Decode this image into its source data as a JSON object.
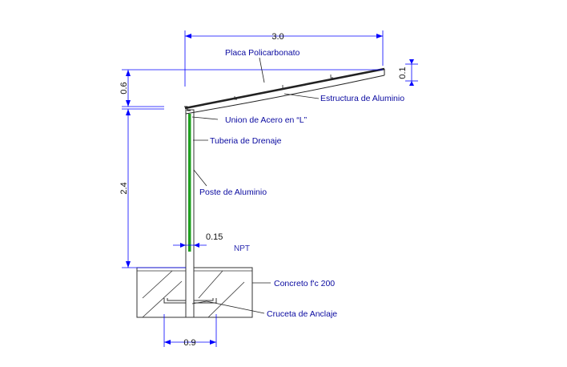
{
  "dimensions": {
    "span_width": "3.0",
    "roof_rise": "0.6",
    "beam_depth": "0.1",
    "post_height": "2.4",
    "post_width": "0.15",
    "footing_width": "0.9"
  },
  "labels": {
    "policarbonato": "Placa Policarbonato",
    "estructura": "Estructura de Aluminio",
    "union": "Union de Acero en “L”",
    "tuberia": "Tuberia de Drenaje",
    "poste": "Poste de Aluminio",
    "npt": "NPT",
    "concreto": "Concreto f'c 200",
    "cruceta": "Cruceta de Anclaje"
  },
  "colors": {
    "dimension": "#0000ff",
    "label": "#0a0aa0",
    "drain_pipe": "#1fa01f",
    "structure": "#222222",
    "background": "#ffffff"
  }
}
